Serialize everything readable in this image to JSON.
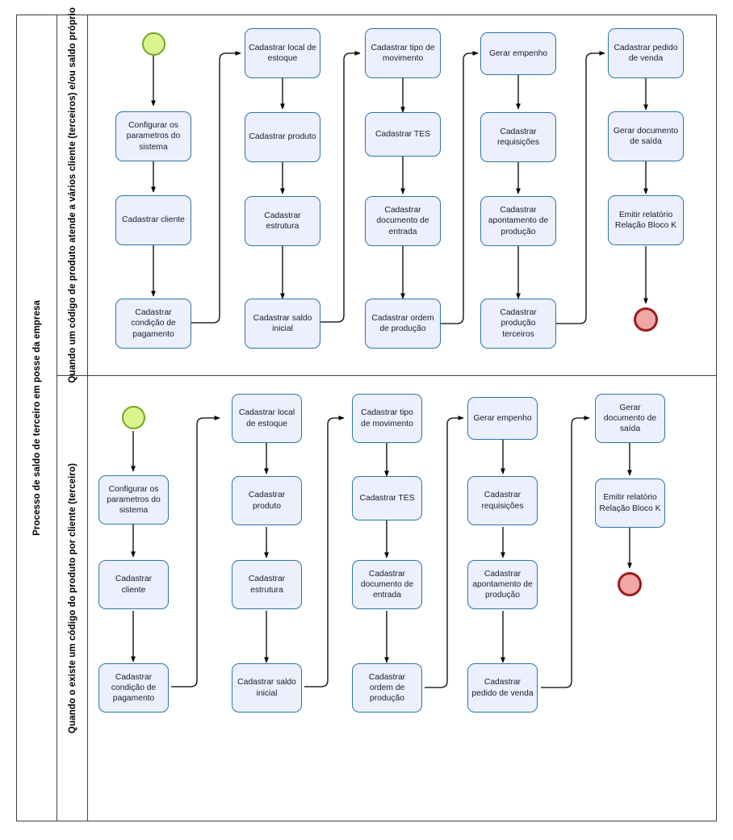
{
  "pool": {
    "label": "Processo de saldo de terceiro em posse da empresa"
  },
  "lanes": [
    {
      "id": "lane-1",
      "label": "Quando um código de produto atende a vários cliente (terceiros) e/ou saldo próprio",
      "start_event": {
        "name": "start-event",
        "type": "start"
      },
      "end_event": {
        "name": "end-event",
        "type": "end"
      },
      "columns": [
        {
          "index": 1,
          "tasks": [
            "Configurar os parametros do sistema",
            "Cadastrar cliente",
            "Cadastrar condição de pagamento"
          ]
        },
        {
          "index": 2,
          "tasks": [
            "Cadastrar local de estoque",
            "Cadastrar produto",
            "Cadastrar estrutura",
            "Cadastrar saldo inicial"
          ]
        },
        {
          "index": 3,
          "tasks": [
            "Cadastrar tipo de movimento",
            "Cadastrar TES",
            "Cadastrar documento de entrada",
            "Cadastrar ordem de produção"
          ]
        },
        {
          "index": 4,
          "tasks": [
            "Gerar empenho",
            "Cadastrar requisições",
            "Cadastrar apontamento de produção",
            "Cadastrar produção terceiros"
          ]
        },
        {
          "index": 5,
          "tasks": [
            "Cadastrar pedido de venda",
            "Gerar documento de saída",
            "Emitir relatório Relação Bloco K"
          ]
        }
      ]
    },
    {
      "id": "lane-2",
      "label": "Quando o existe um código do produto por cliente (terceiro)",
      "start_event": {
        "name": "start-event",
        "type": "start"
      },
      "end_event": {
        "name": "end-event",
        "type": "end"
      },
      "columns": [
        {
          "index": 1,
          "tasks": [
            "Configurar os parametros do sistema",
            "Cadastrar cliente",
            "Cadastrar condição de pagamento"
          ]
        },
        {
          "index": 2,
          "tasks": [
            "Cadastrar local de estoque",
            "Cadastrar produto",
            "Cadastrar estrutura",
            "Cadastrar saldo inicial"
          ]
        },
        {
          "index": 3,
          "tasks": [
            "Cadastrar tipo de movimento",
            "Cadastrar TES",
            "Cadastrar documento de entrada",
            "Cadastrar ordem de produção"
          ]
        },
        {
          "index": 4,
          "tasks": [
            "Gerar empenho",
            "Cadastrar requisições",
            "Cadastrar apontamento de produção",
            "Cadastrar pedido de venda"
          ]
        },
        {
          "index": 5,
          "tasks": [
            "Gerar documento de saída",
            "Emitir relatório Relação Bloco K"
          ]
        }
      ]
    }
  ],
  "colors": {
    "task_fill": "#eceffc",
    "task_border": "#2b77a8",
    "start_fill": "#dcf48e",
    "start_border": "#71a625",
    "end_fill": "#efa7a7",
    "end_border": "#9e1b1b",
    "frame": "#3f3f3f",
    "connector": "#000000"
  }
}
